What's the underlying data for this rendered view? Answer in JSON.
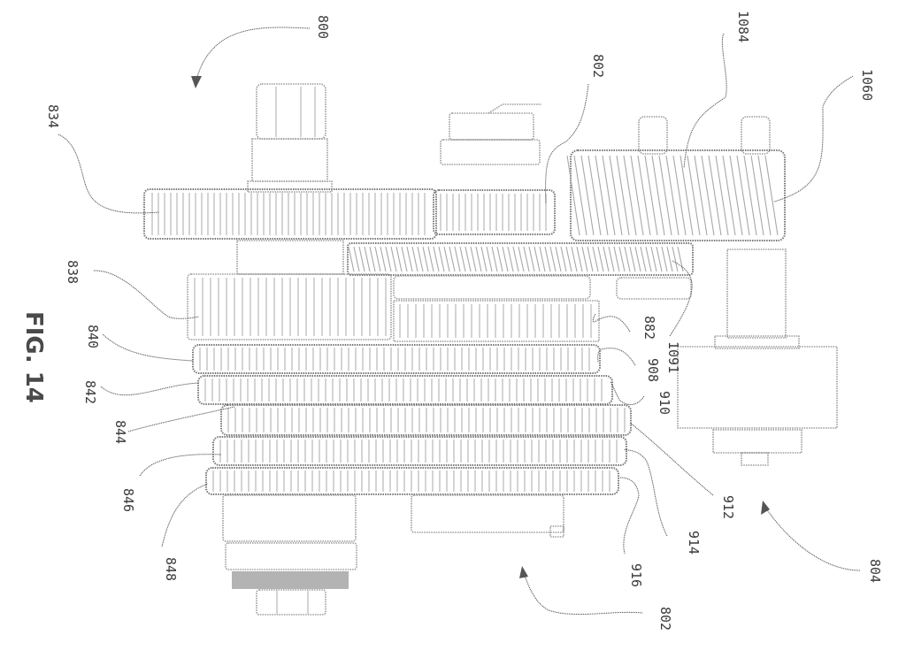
{
  "figure": {
    "title": "FIG. 14",
    "orientation": "rotated-90-clockwise",
    "subject": "gear assembly"
  },
  "labels": [
    {
      "id": "800",
      "text": "800",
      "kind": "assembly-arrow"
    },
    {
      "id": "834",
      "text": "834",
      "kind": "leader"
    },
    {
      "id": "802a",
      "text": "802",
      "kind": "leader"
    },
    {
      "id": "1084",
      "text": "1084",
      "kind": "leader"
    },
    {
      "id": "1060",
      "text": "1060",
      "kind": "leader"
    },
    {
      "id": "838",
      "text": "838",
      "kind": "leader"
    },
    {
      "id": "840",
      "text": "840",
      "kind": "leader"
    },
    {
      "id": "842",
      "text": "842",
      "kind": "leader"
    },
    {
      "id": "844",
      "text": "844",
      "kind": "leader"
    },
    {
      "id": "846",
      "text": "846",
      "kind": "leader"
    },
    {
      "id": "848",
      "text": "848",
      "kind": "leader"
    },
    {
      "id": "882",
      "text": "882",
      "kind": "leader"
    },
    {
      "id": "1091",
      "text": "1091",
      "kind": "leader"
    },
    {
      "id": "908",
      "text": "908",
      "kind": "leader"
    },
    {
      "id": "910",
      "text": "910",
      "kind": "leader"
    },
    {
      "id": "912",
      "text": "912",
      "kind": "leader"
    },
    {
      "id": "914",
      "text": "914",
      "kind": "leader"
    },
    {
      "id": "916",
      "text": "916",
      "kind": "leader"
    },
    {
      "id": "804",
      "text": "804",
      "kind": "assembly-arrow"
    },
    {
      "id": "802b",
      "text": "802",
      "kind": "assembly-arrow"
    }
  ]
}
